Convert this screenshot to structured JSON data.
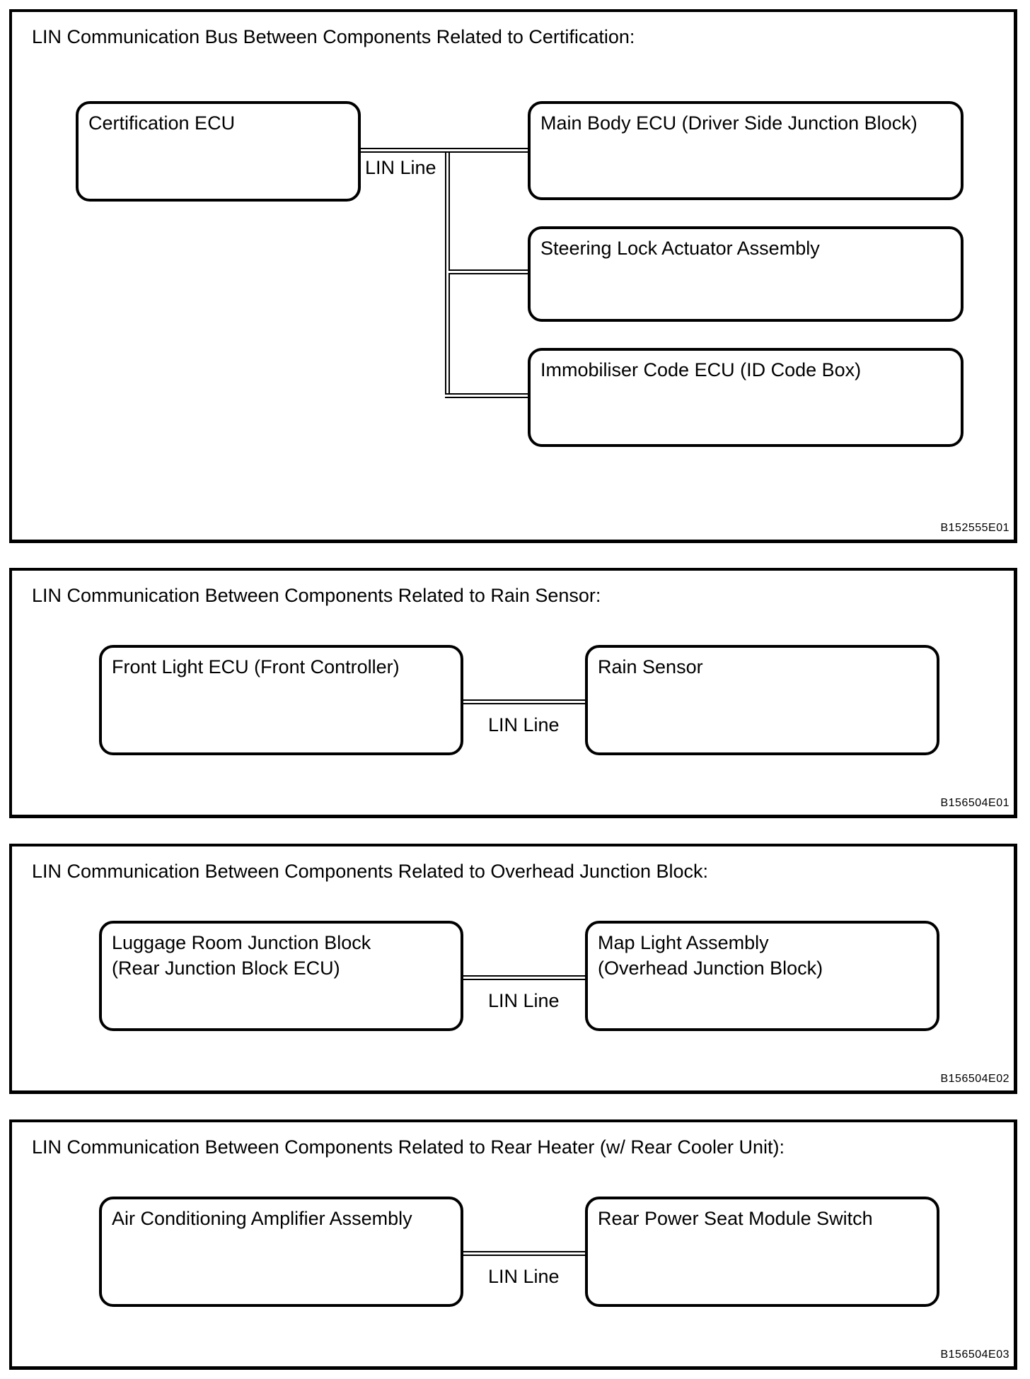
{
  "page": {
    "background_color": "#ffffff",
    "ink_color": "#000000"
  },
  "panels": [
    {
      "title": "LIN Communication Bus Between Components Related to Certification:",
      "lin_label": "LIN Line",
      "figure_code": "B152555E01",
      "nodes": {
        "left": {
          "line1": "Certification ECU"
        },
        "right1": {
          "line1": "Main Body ECU (Driver Side Junction Block)"
        },
        "right2": {
          "line1": "Steering Lock Actuator Assembly"
        },
        "right3": {
          "line1": "Immobiliser Code ECU (ID Code Box)"
        }
      }
    },
    {
      "title": "LIN Communication Between Components Related to Rain Sensor:",
      "lin_label": "LIN Line",
      "figure_code": "B156504E01",
      "nodes": {
        "left": {
          "line1": "Front Light ECU (Front Controller)"
        },
        "right": {
          "line1": "Rain Sensor"
        }
      }
    },
    {
      "title": "LIN Communication Between Components Related to Overhead Junction Block:",
      "lin_label": "LIN Line",
      "figure_code": "B156504E02",
      "nodes": {
        "left": {
          "line1": "Luggage Room Junction Block",
          "line2": "(Rear Junction Block ECU)"
        },
        "right": {
          "line1": "Map Light Assembly",
          "line2": "(Overhead Junction Block)"
        }
      }
    },
    {
      "title": "LIN Communication Between Components Related to Rear Heater (w/ Rear Cooler Unit):",
      "lin_label": "LIN Line",
      "figure_code": "B156504E03",
      "nodes": {
        "left": {
          "line1": "Air Conditioning Amplifier Assembly"
        },
        "right": {
          "line1": "Rear Power Seat Module Switch"
        }
      }
    }
  ]
}
